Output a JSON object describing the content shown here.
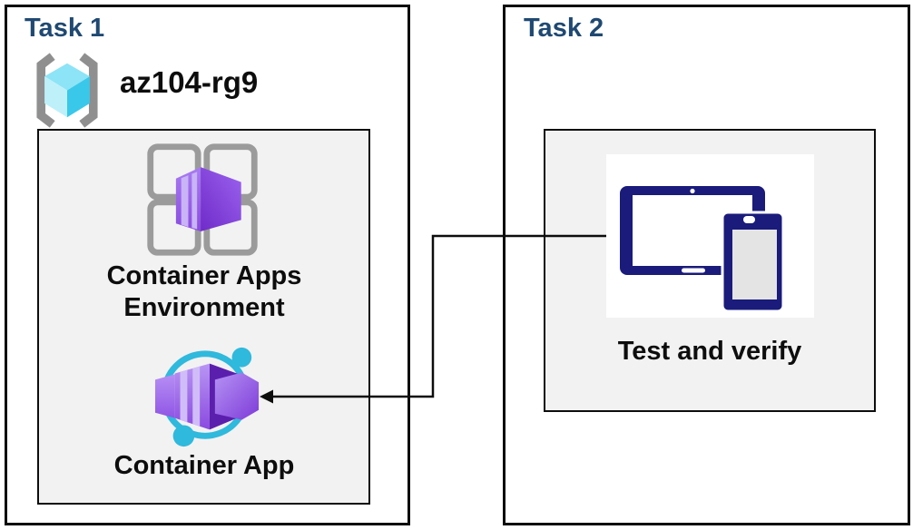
{
  "task1": {
    "title": "Task 1",
    "resource_group": {
      "name": "az104-rg9",
      "icon": "azure-resource-group-icon"
    },
    "items": [
      {
        "label": "Container Apps Environment",
        "icon": "container-apps-environment-icon"
      },
      {
        "label": "Container App",
        "icon": "container-app-icon"
      }
    ]
  },
  "task2": {
    "title": "Task 2",
    "items": [
      {
        "label": "Test and verify",
        "icon": "tablet-and-phone-icon"
      }
    ]
  },
  "connector": {
    "from": "Test and verify",
    "to": "Container App",
    "shape": "elbow-arrow"
  },
  "colors": {
    "task_title": "#1F4972",
    "label_text": "#0D0D0D",
    "box_border": "#0D0D0D",
    "panel_background": "#F2F2F2",
    "cyan_accent": "#2FB9DC",
    "purple_dark": "#5B1FAE",
    "purple_mid": "#8A4CE0",
    "purple_light": "#C9B4F6",
    "device_navy": "#1A1B7B",
    "bracket_gray": "#8F8F8F",
    "cube_top": "#8DE4F6",
    "cube_left": "#BEF0FA",
    "cube_right": "#39C8EA"
  }
}
